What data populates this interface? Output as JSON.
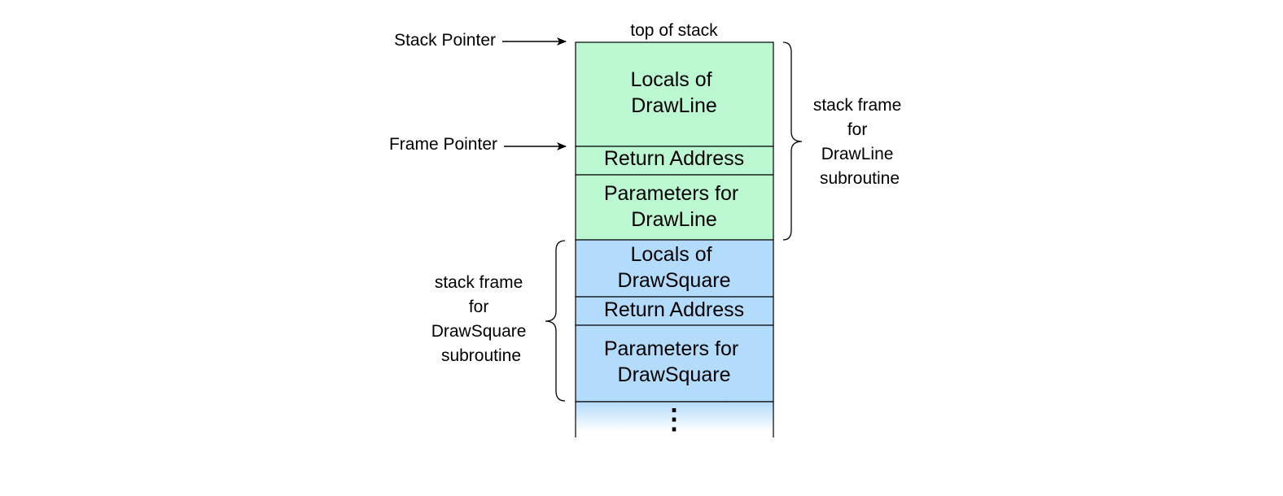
{
  "diagram": {
    "top_label": "top of stack",
    "pointers": {
      "stack_pointer": "Stack Pointer",
      "frame_pointer": "Frame Pointer"
    },
    "cells": [
      {
        "id": "locals-drawline",
        "lines": [
          "Locals of",
          "DrawLine"
        ],
        "color": "#bbf7d0"
      },
      {
        "id": "return-drawline",
        "lines": [
          "Return Address"
        ],
        "color": "#bbf7d0"
      },
      {
        "id": "params-drawline",
        "lines": [
          "Parameters for",
          "DrawLine"
        ],
        "color": "#bbf7d0"
      },
      {
        "id": "locals-drawsquare",
        "lines": [
          "Locals of",
          "DrawSquare"
        ],
        "color": "#b3dbfb"
      },
      {
        "id": "return-drawsquare",
        "lines": [
          "Return Address"
        ],
        "color": "#b3dbfb"
      },
      {
        "id": "params-drawsquare",
        "lines": [
          "Parameters for",
          "DrawSquare"
        ],
        "color": "#b3dbfb"
      }
    ],
    "continuation": "⋮",
    "frames": {
      "drawline": [
        "stack frame",
        "for",
        "DrawLine",
        "subroutine"
      ],
      "drawsquare": [
        "stack frame",
        "for",
        "DrawSquare",
        "subroutine"
      ]
    },
    "colors": {
      "drawline_frame": "#bbf7d0",
      "drawsquare_frame": "#b3dbfb",
      "stroke": "#000000"
    }
  }
}
